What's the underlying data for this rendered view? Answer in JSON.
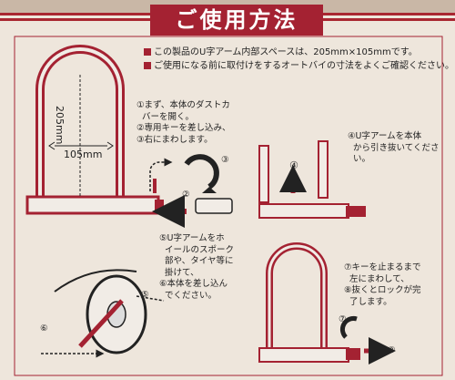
{
  "title": "ご使用方法",
  "notes": [
    "この製品のU字アーム内部スペースは、205mm×105mmです。",
    "ご使用になる前に取付けをするオートバイの寸法をよくご確認ください。"
  ],
  "dimensions": {
    "height": "205mm",
    "width": "105mm"
  },
  "steps": {
    "s1": "①まず、本体のダストカ\n  バーを開く。\n②専用キーを差し込み、\n③右にまわします。",
    "s4": "④U字アームを本体\n  から引き抜いてくださ\n  い。",
    "s5": "⑤U字アームをホ\n  イールのスポーク\n  部や、タイヤ等に\n  掛けて、\n⑥本体を差し込ん\n  でください。",
    "s7": "⑦キーを止まるまで\n  左にまわして、\n⑧抜くとロックが完\n  了します。"
  },
  "markers": [
    "①",
    "②",
    "③",
    "④",
    "⑤",
    "⑥",
    "⑦",
    "⑧"
  ],
  "colors": {
    "accent": "#a42232",
    "background": "#eee6dc",
    "lock_body": "#f1ece6"
  }
}
